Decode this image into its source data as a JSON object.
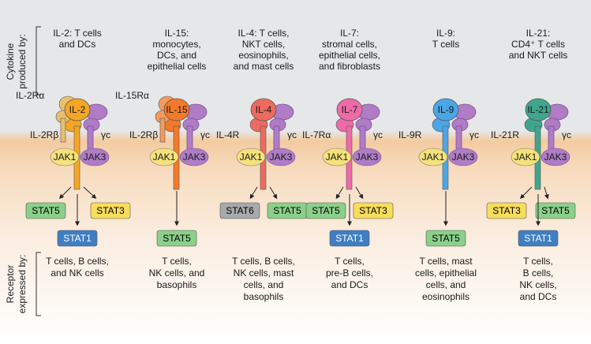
{
  "side_labels": {
    "top_line1": "Cytokine",
    "top_line2": "produced by:",
    "bottom_line1": "Receptor",
    "bottom_line2": "expressed by:"
  },
  "columns": [
    {
      "id": "il2",
      "producers": [
        "IL-2: T cells",
        "and DCs"
      ],
      "cytokine": "IL-2",
      "alpha_label": "IL-2Rα",
      "beta_label": "IL-2Rβ",
      "gamma_label": "γc",
      "jak_left": "JAK1",
      "jak_right": "JAK3",
      "stats": [
        "STAT5",
        "STAT3",
        "STAT1"
      ],
      "receptor_cells": [
        "T cells, B cells,",
        "and NK cells"
      ],
      "colors": {
        "receptor": "#f5a623",
        "alpha": "#e8c070"
      }
    },
    {
      "id": "il15",
      "producers": [
        "IL-15:",
        "monocytes,",
        "DCs, and",
        "epithelial cells"
      ],
      "cytokine": "IL-15",
      "alpha_label": "IL-15Rα",
      "beta_label": "IL-2Rβ",
      "gamma_label": "γc",
      "jak_left": "JAK1",
      "jak_right": "JAK3",
      "stats": [
        "STAT5"
      ],
      "receptor_cells": [
        "T cells,",
        "NK cells, and",
        "basophils"
      ],
      "colors": {
        "receptor": "#f5792a",
        "alpha": "#f59a5c"
      }
    },
    {
      "id": "il4",
      "producers": [
        "IL-4: T cells,",
        "NKT cells,",
        "eosinophils,",
        "and mast cells"
      ],
      "cytokine": "IL-4",
      "alpha_label": "",
      "beta_label": "IL-4R",
      "gamma_label": "γc",
      "jak_left": "JAK1",
      "jak_right": "JAK3",
      "stats": [
        "STAT6",
        "STAT5"
      ],
      "receptor_cells": [
        "T cells, B cells,",
        "NK cells, mast",
        "cells, and",
        "basophils"
      ],
      "colors": {
        "receptor": "#ec6b5e"
      }
    },
    {
      "id": "il7",
      "producers": [
        "IL-7:",
        "stromal cells,",
        "epithelial cells,",
        "and fibroblasts"
      ],
      "cytokine": "IL-7",
      "alpha_label": "",
      "beta_label": "IL-7Rα",
      "gamma_label": "γc",
      "jak_left": "JAK1",
      "jak_right": "JAK3",
      "stats": [
        "STAT5",
        "STAT3",
        "STAT1"
      ],
      "receptor_cells": [
        "T cells,",
        "pre-B cells,",
        "and DCs"
      ],
      "colors": {
        "receptor": "#ef6aa8"
      }
    },
    {
      "id": "il9",
      "producers": [
        "IL-9:",
        "T cells"
      ],
      "cytokine": "IL-9",
      "alpha_label": "",
      "beta_label": "IL-9R",
      "gamma_label": "γc",
      "jak_left": "JAK1",
      "jak_right": "JAK3",
      "stats": [
        "STAT5"
      ],
      "receptor_cells": [
        "T cells, mast",
        "cells, epithelial",
        "cells, and",
        "eosinophils"
      ],
      "colors": {
        "receptor": "#4aa6e6"
      }
    },
    {
      "id": "il21",
      "producers": [
        "IL-21:",
        "CD4⁺ T cells",
        "and NKT cells"
      ],
      "cytokine": "IL-21",
      "alpha_label": "",
      "beta_label": "IL-21R",
      "gamma_label": "γc",
      "jak_left": "JAK1",
      "jak_right": "JAK3",
      "stats": [
        "STAT3",
        "STAT5",
        "STAT1"
      ],
      "receptor_cells": [
        "T cells,",
        "B cells,",
        "NK cells,",
        "and DCs"
      ],
      "colors": {
        "receptor": "#3fa68d"
      }
    }
  ],
  "colors": {
    "top_band": "#e6e7e8",
    "membrane": "#f2c79c",
    "gamma_chain": "#b07cc6",
    "jak": "#f6e27a",
    "stat5": "#8bd08a",
    "stat3": "#f8dd5c",
    "stat1": "#3f7ec3",
    "stat6": "#a7a9ac"
  }
}
